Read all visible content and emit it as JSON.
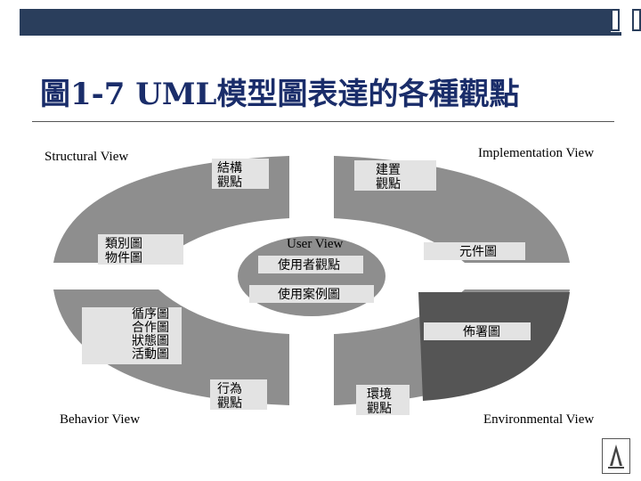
{
  "slide": {
    "title": "圖1-7 UML模型圖表達的各種觀點"
  },
  "views": {
    "structural": "Structural View",
    "implementation": "Implementation View",
    "user": "User View",
    "behavior": "Behavior View",
    "environmental": "Environmental View"
  },
  "quadrants": {
    "structural": {
      "name_line1": "結構",
      "name_line2": "觀點",
      "diagram_line1": "類別圖",
      "diagram_line2": "物件圖"
    },
    "implementation": {
      "name_line1": "建置",
      "name_line2": "觀點",
      "diagram": "元件圖"
    },
    "user": {
      "name": "使用者觀點",
      "diagram": "使用案例圖"
    },
    "behavior": {
      "name_line1": "行為",
      "name_line2": "觀點",
      "diagrams": [
        "循序圖",
        "合作圖",
        "狀態圖",
        "活動圖"
      ]
    },
    "environmental": {
      "name_line1": "環境",
      "name_line2": "觀點",
      "diagram": "佈署圖"
    }
  },
  "colors": {
    "title": "#1a2d6a",
    "header_band": "#2a3e5c",
    "quadrant_fill": "#8e8e8e",
    "label_box": "#e3e3e3",
    "dark_fill": "#555555"
  }
}
